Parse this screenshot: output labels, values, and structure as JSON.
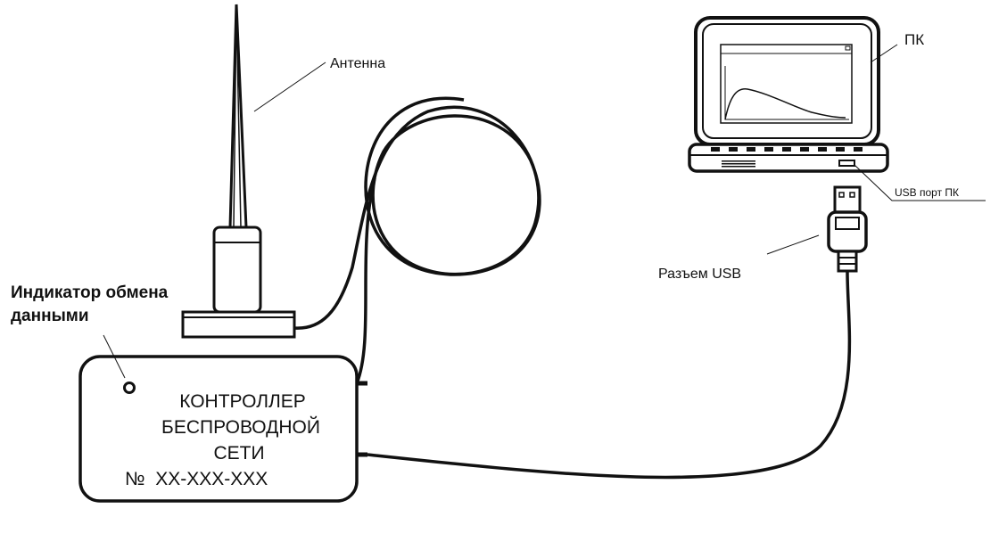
{
  "labels": {
    "antenna": "Антенна",
    "pc": "ПК",
    "usb_port": "USB порт ПК",
    "usb_connector": "Разъем USB",
    "indicator_line1": "Индикатор обмена",
    "indicator_line2": "данными"
  },
  "controller": {
    "line1": "КОНТРОЛЛЕР",
    "line2": "БЕСПРОВОДНОЙ",
    "line3": "СЕТИ",
    "serial": "№  XX-XXX-XXX"
  },
  "colors": {
    "stroke": "#111111",
    "background": "#ffffff"
  }
}
